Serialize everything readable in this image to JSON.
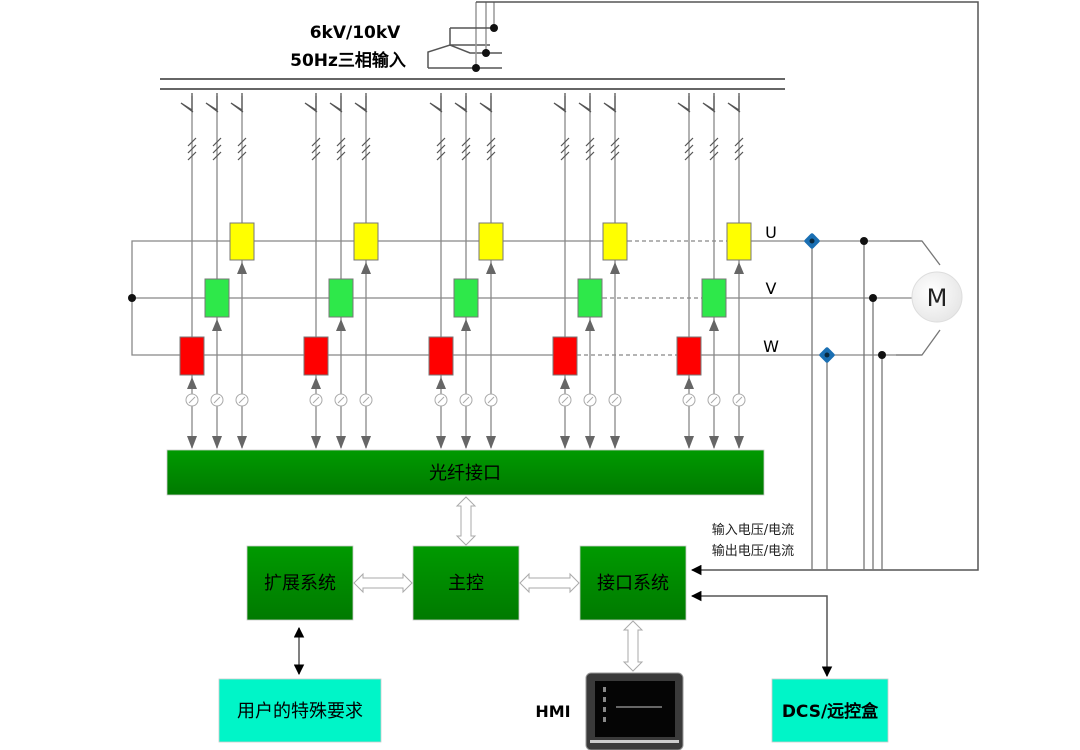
{
  "input_label": {
    "line1": "6kV/10kV",
    "line2": "50Hz三相输入"
  },
  "phases": [
    "U",
    "V",
    "W"
  ],
  "motor_label": "M",
  "cell_groups": 5,
  "colors": {
    "phase_u": "#ffff00",
    "phase_v": "#2ee84a",
    "phase_w": "#ff0000",
    "control_block": "#008e00",
    "external_block": "#00f5c8",
    "line": "#7f7f7f"
  },
  "fiber_interface": {
    "label": "光纤接口"
  },
  "control": {
    "expansion": "扩展系统",
    "main": "主控",
    "interface": "接口系统"
  },
  "measurements": {
    "line1": "输入电压/电流",
    "line2": "输出电压/电流"
  },
  "external": {
    "user": "用户的特殊要求",
    "hmi": "HMI",
    "dcs": "DCS/远控盒"
  }
}
